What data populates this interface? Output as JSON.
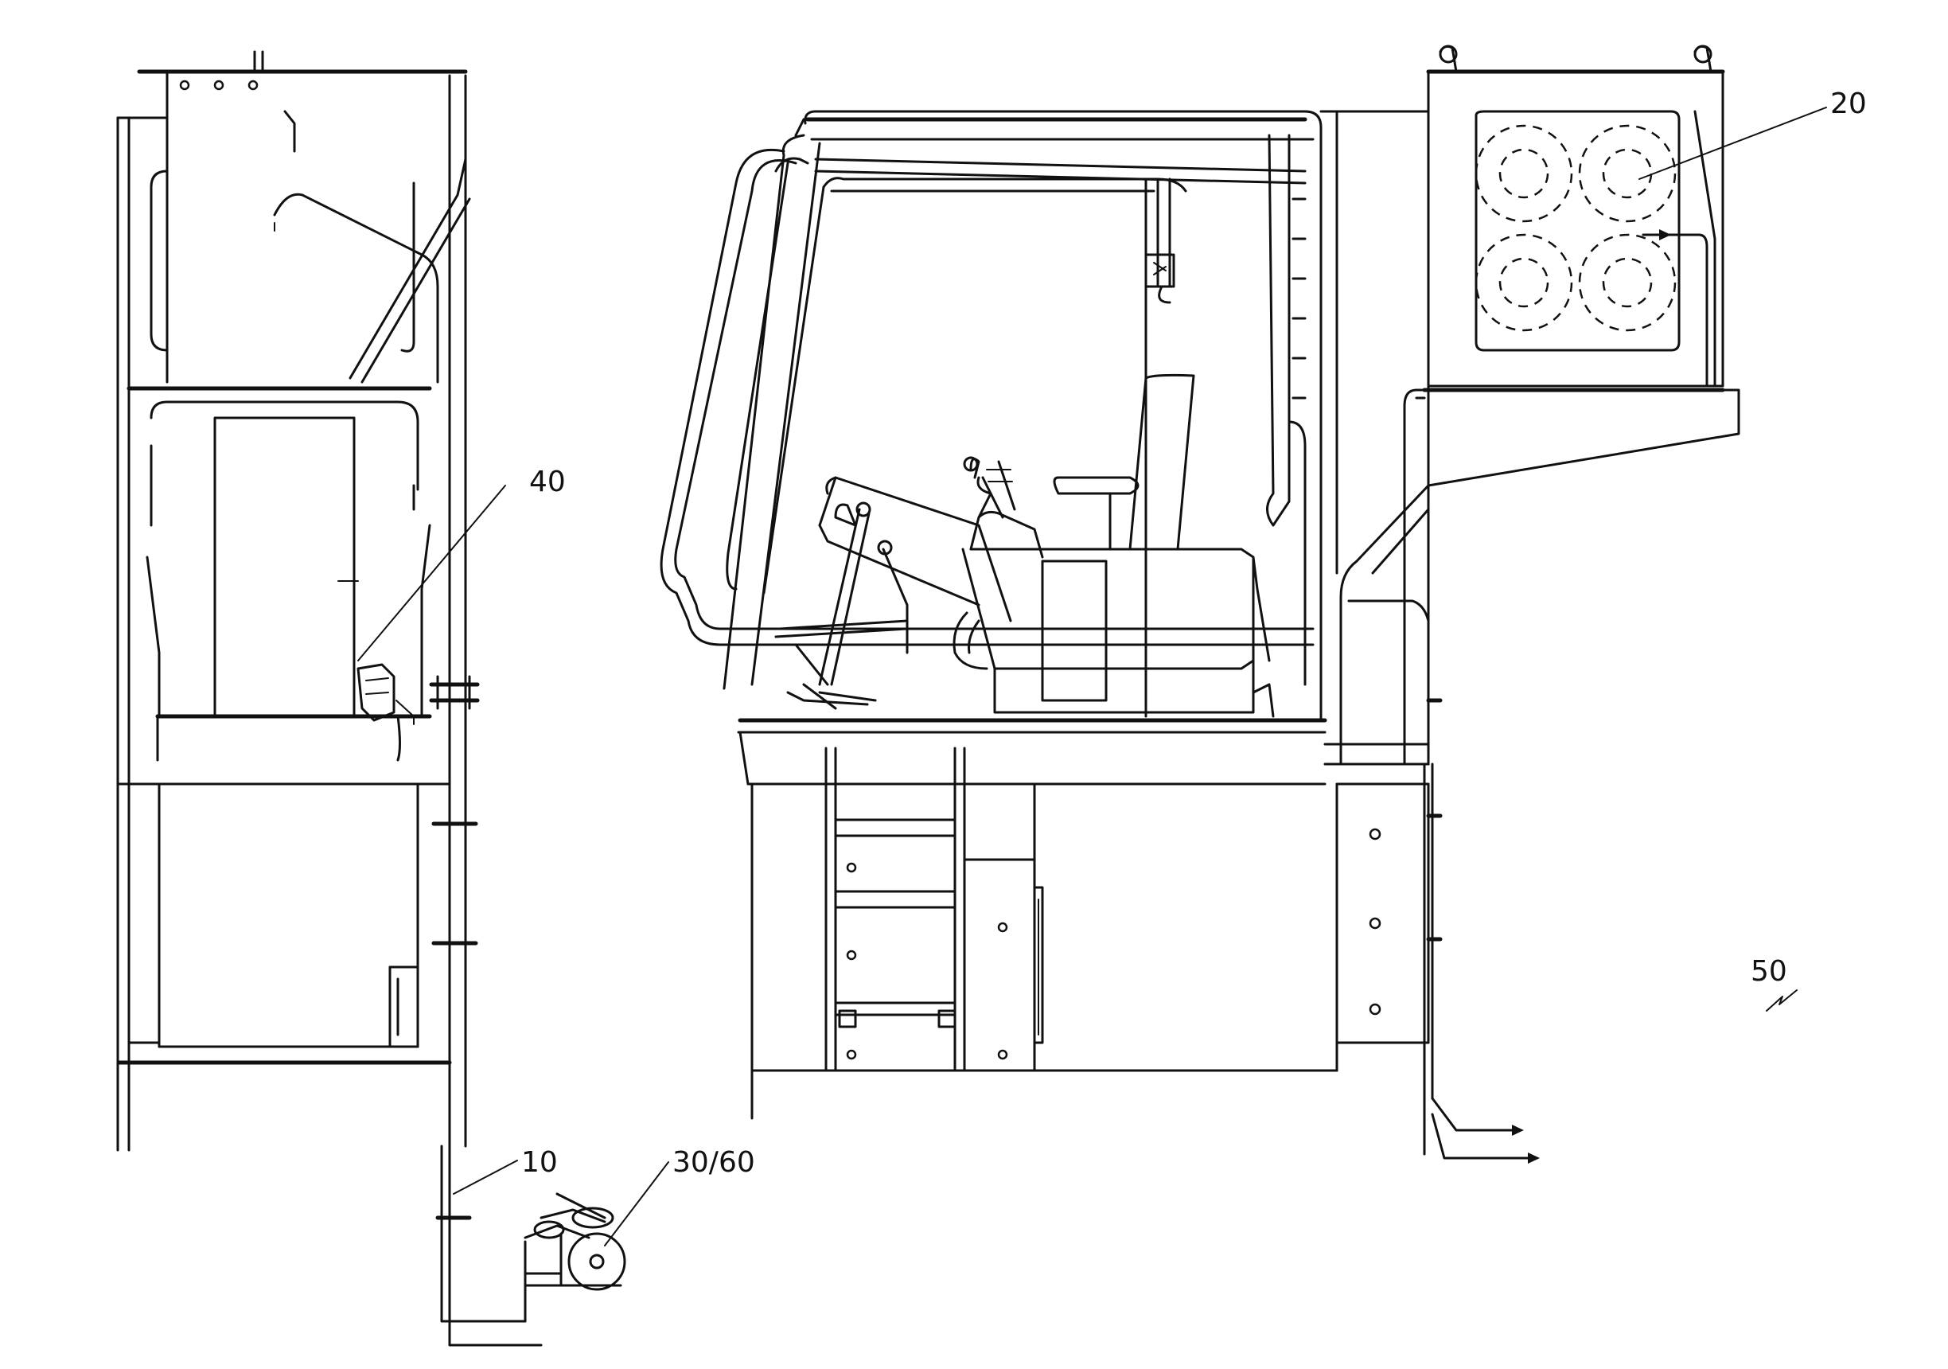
{
  "reference_numerals": {
    "hose_line": "10",
    "filter_unit": "20",
    "pump_motor": "30/60",
    "control_unit": "40",
    "overall_system": "50"
  }
}
